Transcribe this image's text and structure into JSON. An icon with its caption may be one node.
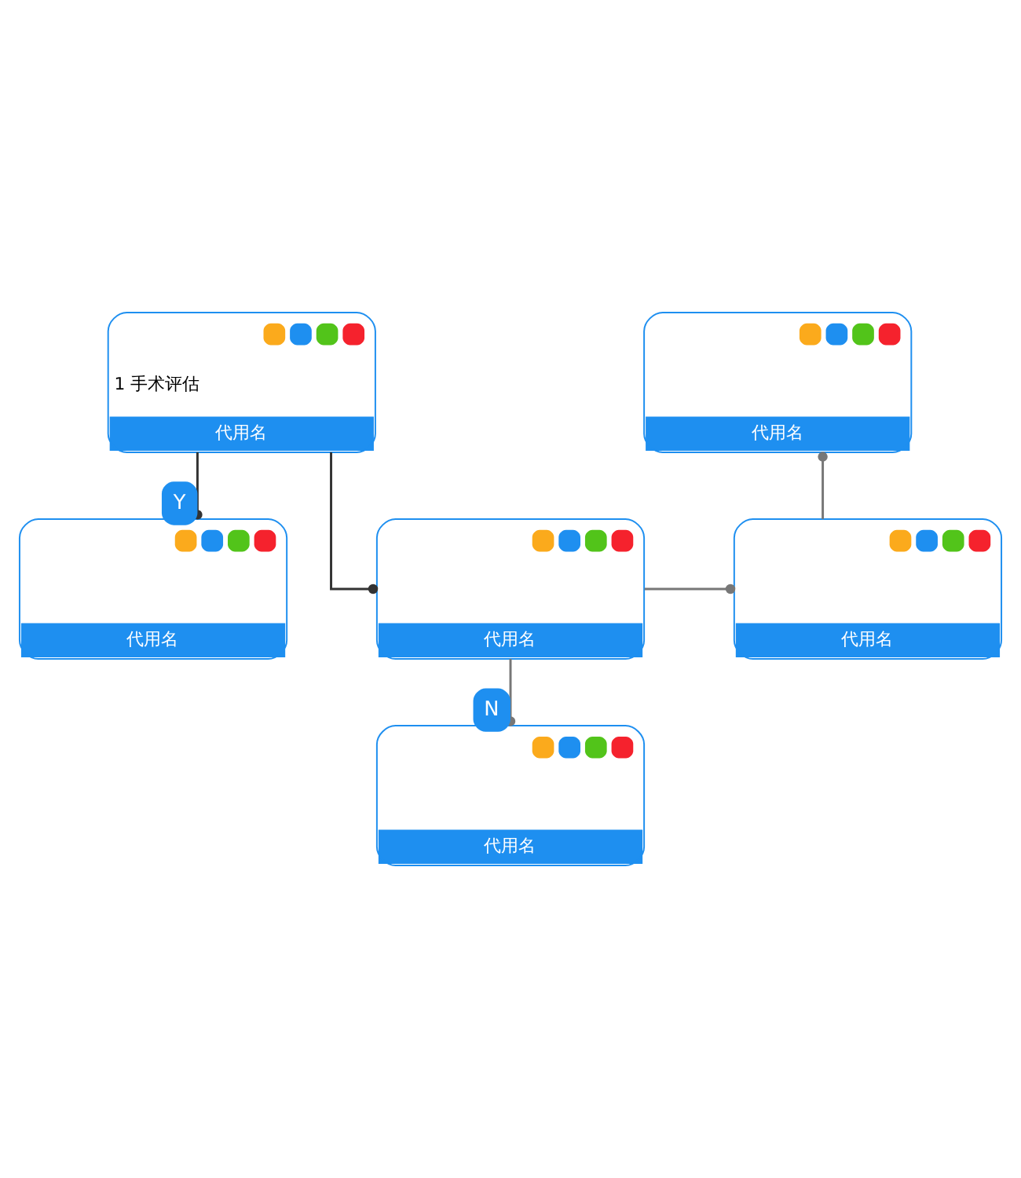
{
  "diagram": {
    "nodes": [
      {
        "text": [
          "1 手术评估",
          "代用名"
        ]
      },
      {
        "text": [
          "代用名"
        ]
      },
      {
        "text": [
          "代用名"
        ]
      },
      {
        "text": [
          "代用名"
        ]
      },
      {
        "text": [
          "代用名"
        ]
      },
      {
        "text": [
          "代用名"
        ]
      }
    ],
    "edges": [
      {
        "from": 0,
        "to": 2,
        "arrow": "other",
        "label": "Y",
        "color": "#333333"
      },
      {
        "from": 0,
        "to": 4,
        "arrow": "other",
        "color": "#333333"
      },
      {
        "from": 3,
        "to": 1,
        "arrow": "other"
      },
      {
        "from": 4,
        "to": 3,
        "arrow": "other"
      },
      {
        "from": 4,
        "to": 5,
        "arrow": "other",
        "label": "N"
      }
    ]
  }
}
